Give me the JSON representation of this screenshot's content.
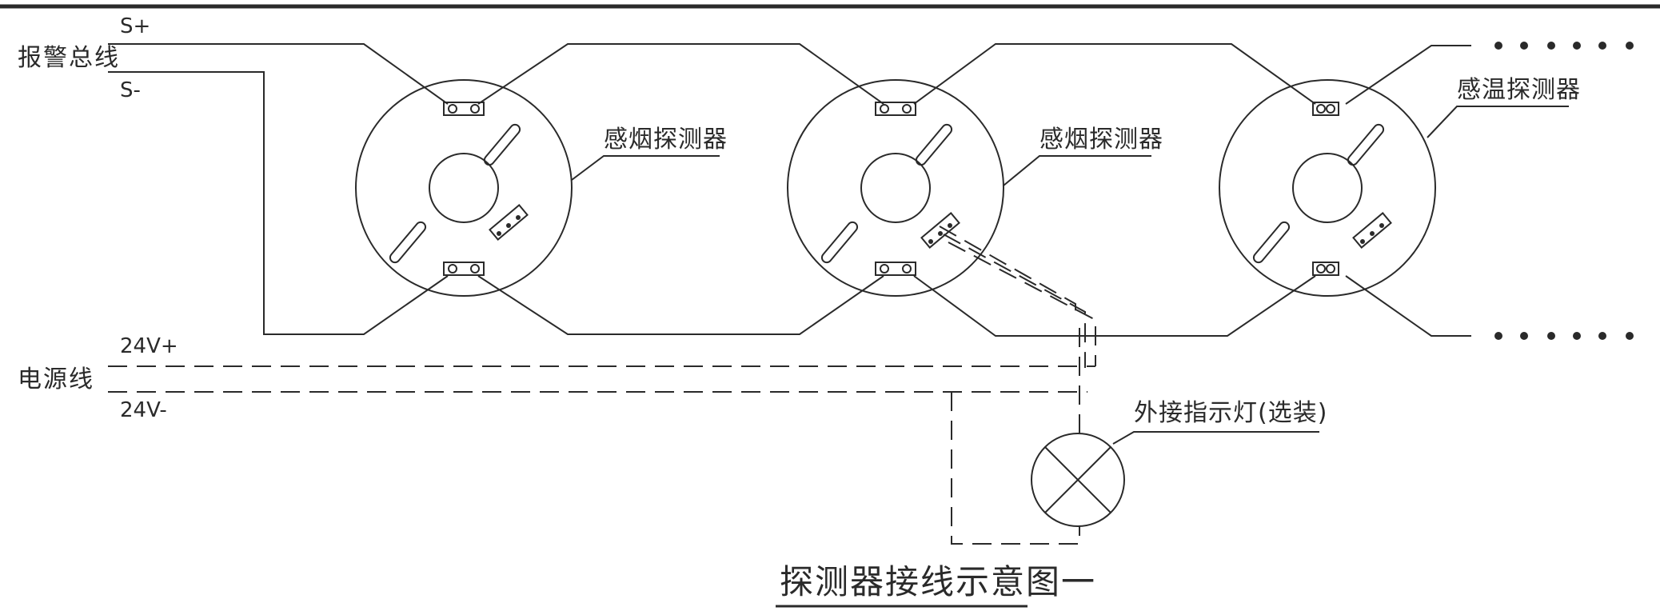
{
  "labels": {
    "alarm_bus": "报警总线",
    "s_plus": "S+",
    "s_minus": "S-",
    "power_line": "电源线",
    "v24_plus": "24V+",
    "v24_minus": "24V-",
    "detector_1": "感烟探测器",
    "detector_2": "感烟探测器",
    "detector_3": "感温探测器",
    "external_lamp": "外接指示灯(选装)",
    "title": "探测器接线示意图一"
  },
  "colors": {
    "line": "#2a2a2a",
    "background": "#ffffff"
  }
}
